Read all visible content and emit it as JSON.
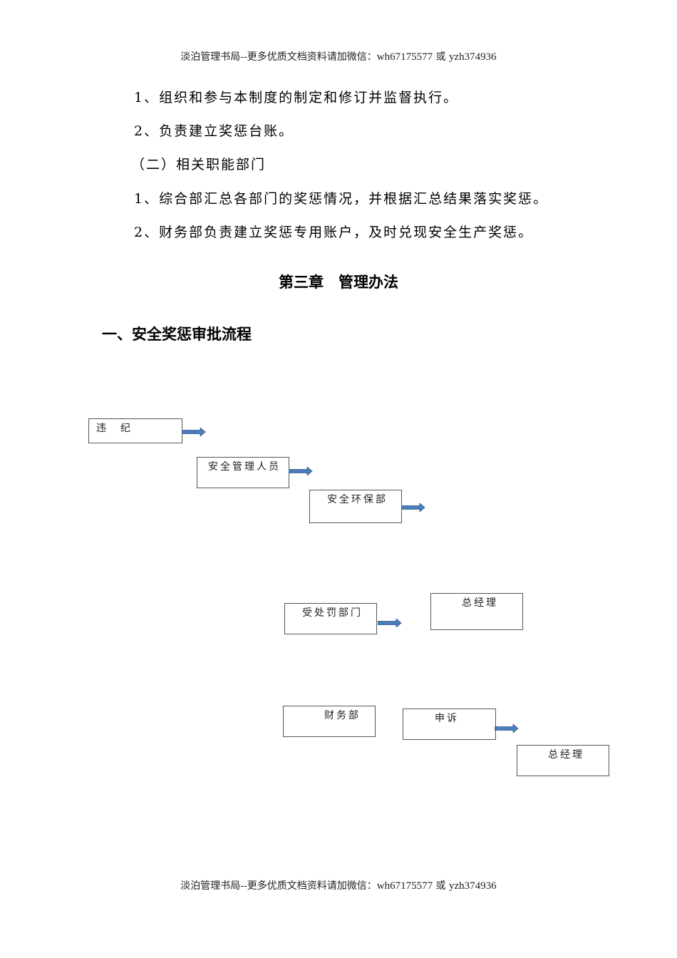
{
  "header": {
    "text_cn": "淡泊管理书局--更多优质文档资料请加微信：",
    "text_id1": "wh67175577",
    "text_or": " 或 ",
    "text_id2": "yzh374936"
  },
  "body": {
    "paragraphs": [
      "1、组织和参与本制度的制定和修订并监督执行。",
      "2、负责建立奖惩台账。",
      "（二）相关职能部门",
      "1、综合部汇总各部门的奖惩情况，并根据汇总结果落实奖惩。",
      "2、财务部负责建立奖惩专用账户，及时兑现安全生产奖惩。"
    ],
    "chapter_title": "第三章　管理办法",
    "section_title": "一、安全奖惩审批流程"
  },
  "flowchart": {
    "arrow_color": "#4a7ebb",
    "boxes": [
      {
        "label": "违　纪"
      },
      {
        "label": "安全管理人员"
      },
      {
        "label": "安全环保部"
      },
      {
        "label": "受处罚部门"
      },
      {
        "label": "总经理"
      },
      {
        "label": "财务部"
      },
      {
        "label": "申诉"
      },
      {
        "label": "总经理"
      }
    ]
  },
  "footer": {
    "text_cn": "淡泊管理书局--更多优质文档资料请加微信：",
    "text_id1": "wh67175577",
    "text_or": " 或 ",
    "text_id2": "yzh374936"
  }
}
